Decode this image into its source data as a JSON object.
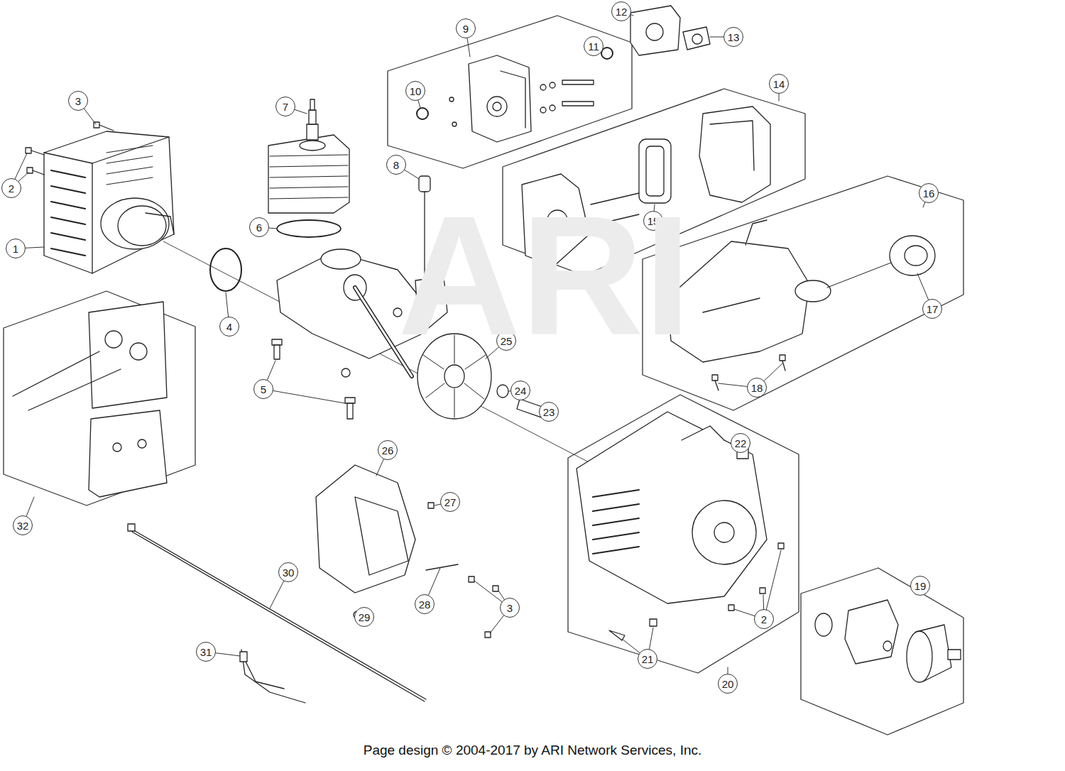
{
  "diagram": {
    "caption": "Page design © 2004-2017 by ARI Network Services, Inc.",
    "labels": [
      "1",
      "2",
      "3",
      "4",
      "5",
      "6",
      "7",
      "8",
      "9",
      "10",
      "11",
      "12",
      "13",
      "14",
      "15",
      "16",
      "17",
      "18",
      "19",
      "20",
      "21",
      "22",
      "23",
      "24",
      "25",
      "26",
      "27",
      "28",
      "29",
      "30",
      "31",
      "32",
      "2",
      "3",
      "ARI"
    ]
  }
}
